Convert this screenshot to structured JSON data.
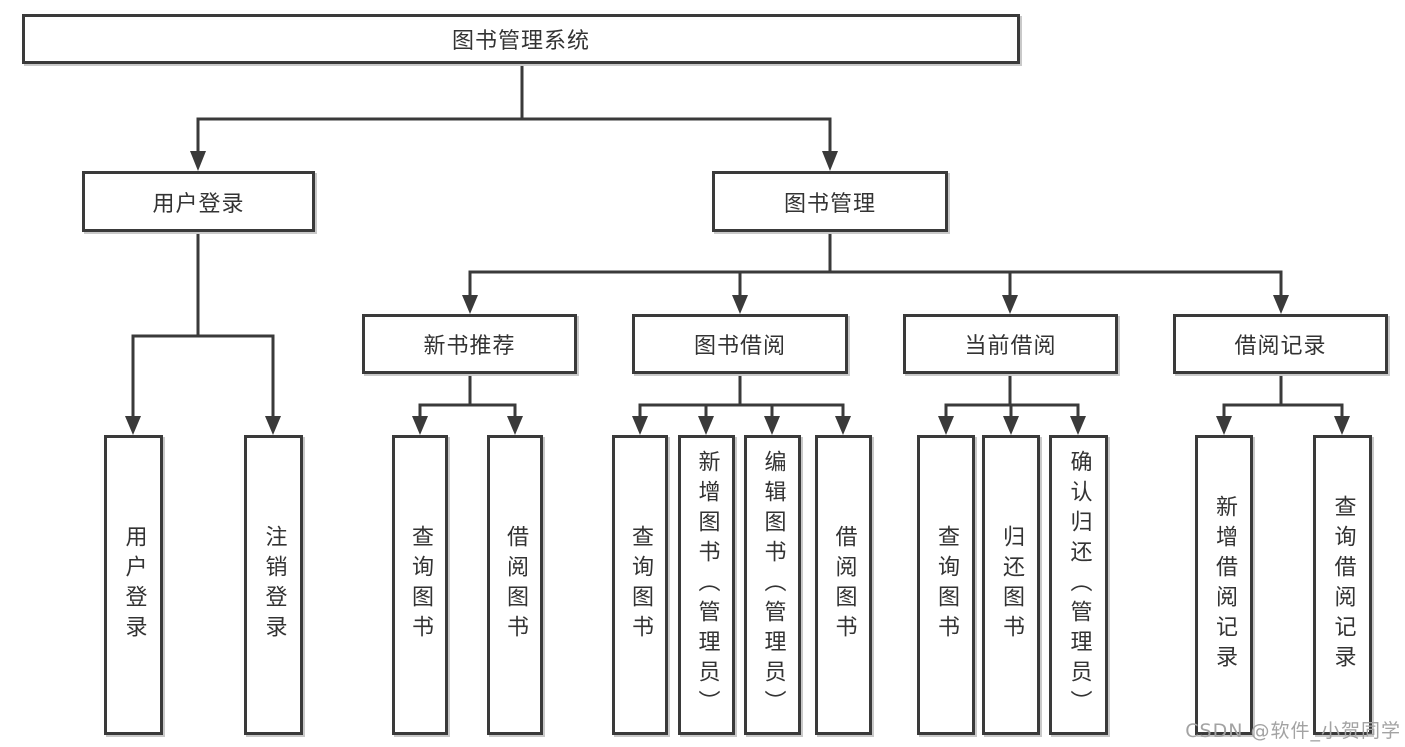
{
  "tree": {
    "root": {
      "label": "图书管理系统"
    },
    "branches": [
      {
        "label": "用户登录",
        "children": [
          {
            "label": "用户登录"
          },
          {
            "label": "注销登录"
          }
        ]
      },
      {
        "label": "图书管理",
        "children": [
          {
            "label": "新书推荐",
            "children": [
              {
                "label": "查询图书"
              },
              {
                "label": "借阅图书"
              }
            ]
          },
          {
            "label": "图书借阅",
            "children": [
              {
                "label": "查询图书"
              },
              {
                "label": "新增图书（管理员）"
              },
              {
                "label": "编辑图书（管理员）"
              },
              {
                "label": "借阅图书"
              }
            ]
          },
          {
            "label": "当前借阅",
            "children": [
              {
                "label": "查询图书"
              },
              {
                "label": "归还图书"
              },
              {
                "label": "确认归还（管理员）"
              }
            ]
          },
          {
            "label": "借阅记录",
            "children": [
              {
                "label": "新增借阅记录"
              },
              {
                "label": "查询借阅记录"
              }
            ]
          }
        ]
      }
    ]
  },
  "watermark": "CSDN @软件_小贺同学",
  "colors": {
    "line": "#3a3a3a",
    "text": "#333333",
    "watermark": "#a3a3a3",
    "background": "#ffffff"
  }
}
